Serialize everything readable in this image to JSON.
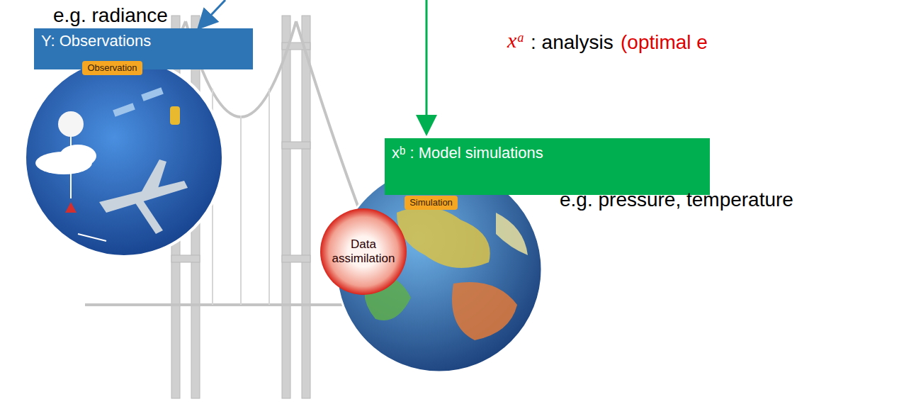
{
  "diagram": {
    "nodes": [
      {
        "text": [
          "Y: Observations"
        ]
      },
      {
        "text": [
          "xᵇ : Model simulations"
        ]
      },
      {
        "text": [
          "Observation"
        ]
      },
      {
        "text": [
          "Data assimilation"
        ]
      },
      {
        "text": [
          "Simulation"
        ]
      }
    ],
    "labels": [
      "e.g. radiance",
      "xᵃ",
      ": analysis",
      "(optimal e",
      "e.g. pressure, temperature"
    ]
  }
}
